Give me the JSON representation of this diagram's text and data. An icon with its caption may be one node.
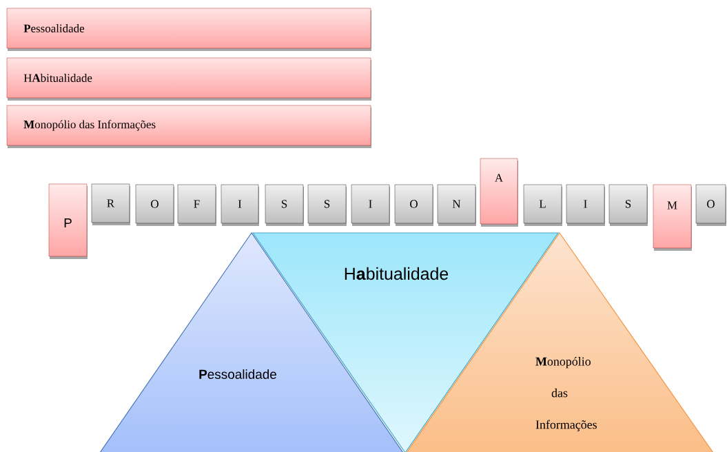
{
  "diagram": {
    "nodes": [
      {
        "text": [
          "**P**essoalidade"
        ]
      },
      {
        "text": [
          "H**A**bitualidade"
        ]
      },
      {
        "text": [
          "**M**onopólio das Informações"
        ]
      },
      {
        "text": [
          "P"
        ]
      },
      {
        "text": [
          "R"
        ]
      },
      {
        "text": [
          "O"
        ]
      },
      {
        "text": [
          "F"
        ]
      },
      {
        "text": [
          "I"
        ]
      },
      {
        "text": [
          "S"
        ]
      },
      {
        "text": [
          "S"
        ]
      },
      {
        "text": [
          "I"
        ]
      },
      {
        "text": [
          "O"
        ]
      },
      {
        "text": [
          "N"
        ]
      },
      {
        "text": [
          "A"
        ]
      },
      {
        "text": [
          "L"
        ]
      },
      {
        "text": [
          "I"
        ]
      },
      {
        "text": [
          "S"
        ]
      },
      {
        "text": [
          "M"
        ]
      },
      {
        "text": [
          "O"
        ]
      },
      {
        "text": [
          "**P**essoalidade"
        ]
      },
      {
        "text": [
          "H**a**bitualidade"
        ]
      },
      {
        "text": [
          "**M**onopólio das Informações"
        ]
      }
    ]
  }
}
